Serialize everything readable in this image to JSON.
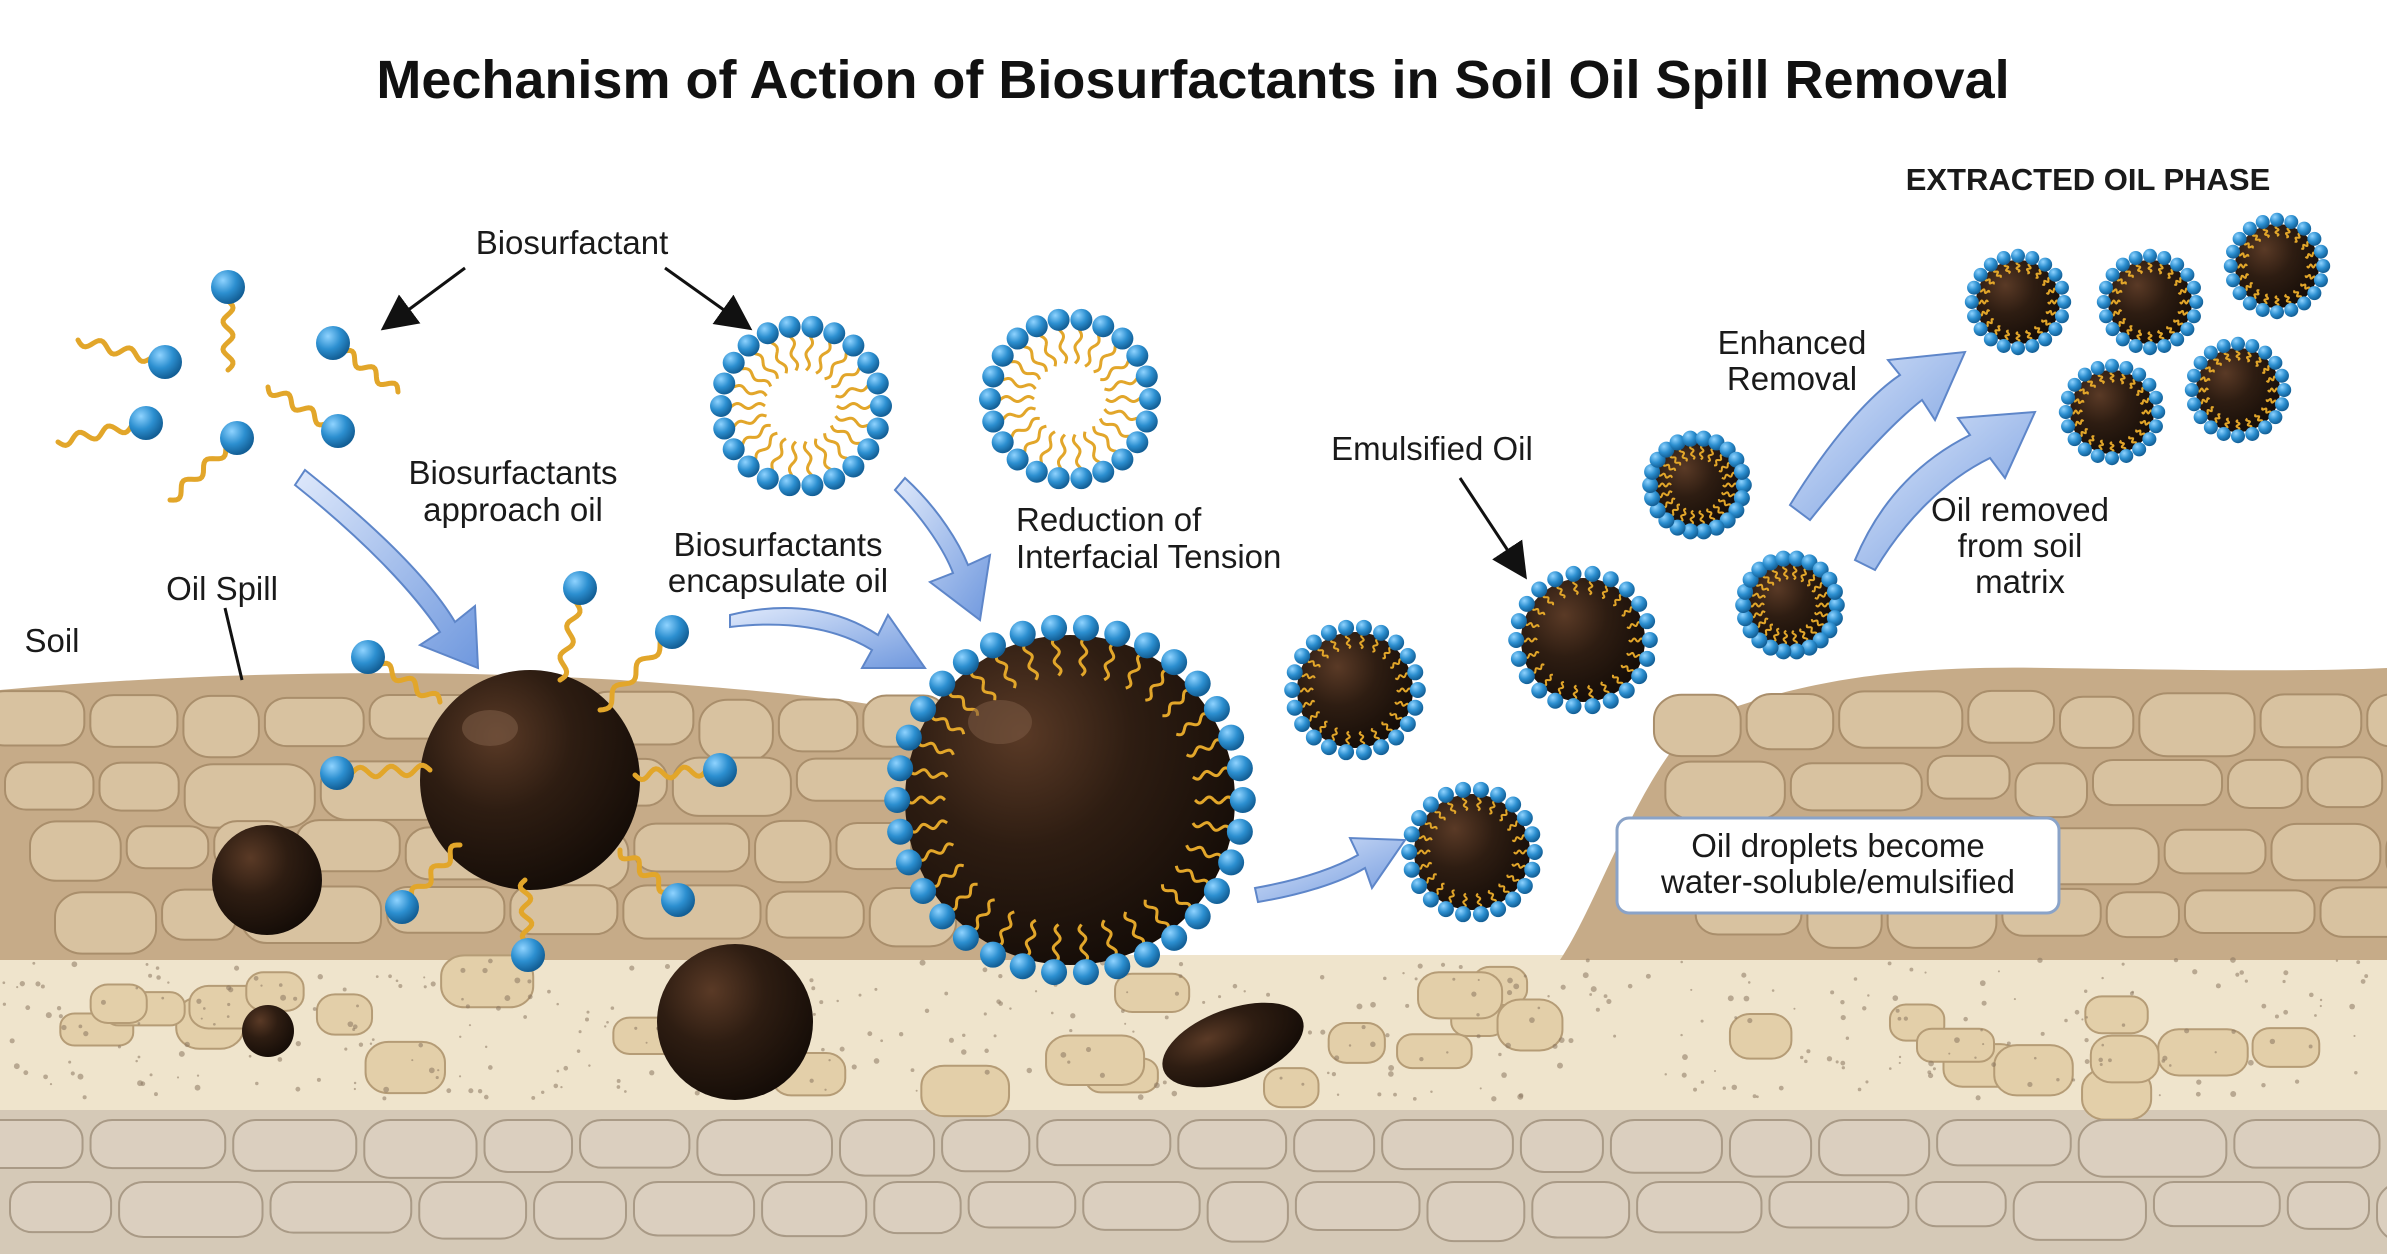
{
  "title": "Mechanism of Action of Biosurfactants in Soil Oil Spill Removal",
  "labels": {
    "biosurfactant": "Biosurfactant",
    "approach_line1": "Biosurfactants",
    "approach_line2": "approach oil",
    "encapsulate_line1": "Biosurfactants",
    "encapsulate_line2": "encapsulate oil",
    "reduction_line1": "Reduction of",
    "reduction_line2": "Interfacial Tension",
    "emulsified_oil": "Emulsified Oil",
    "enhanced_line1": "Enhanced",
    "enhanced_line2": "Removal",
    "removed_line1": "Oil removed",
    "removed_line2": "from soil",
    "removed_line3": "matrix",
    "extracted_phase": "EXTRACTED OIL PHASE",
    "oil_spill": "Oil Spill",
    "soil": "Soil",
    "callout_line1": "Oil droplets become",
    "callout_line2": "water-soluble/emulsified"
  },
  "colors": {
    "oil": "#2b1a10",
    "head": "#2c8fd0",
    "tail": "#e2a62a",
    "arrow": "#8fb2e8",
    "soil_rock": "#c9b190",
    "sand": "#efe4cc",
    "bedrock": "#d9cdbd"
  }
}
